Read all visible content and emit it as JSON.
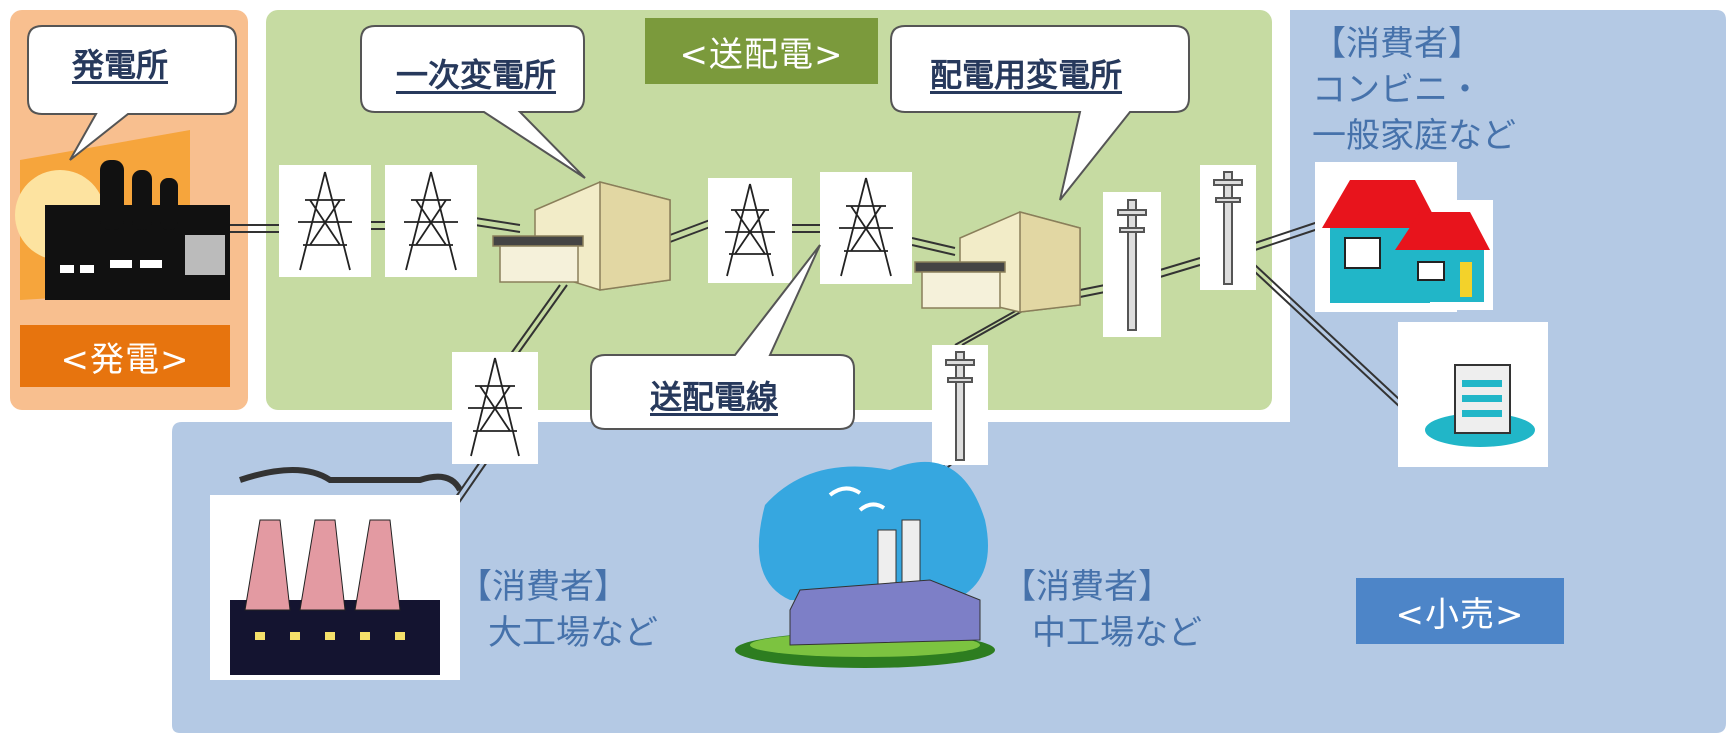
{
  "regions": {
    "generation_tag": "<発電>",
    "transmission_tag": "<送配電>",
    "retail_tag": "<小売>"
  },
  "callouts": {
    "power_plant": "発電所",
    "primary_substation": "一次変電所",
    "distribution_substation": "配電用変電所",
    "transmission_lines": "送配電線"
  },
  "consumers": {
    "home": {
      "line1": "【消費者】",
      "line2": "コンビニ・",
      "line3": "一般家庭など"
    },
    "large_factory": {
      "line1": "【消費者】",
      "line2": "大工場など"
    },
    "medium_factory": {
      "line1": "【消費者】",
      "line2": "中工場など"
    }
  },
  "icons": [
    "factory-icon",
    "transmission-tower-icon",
    "substation-building-icon",
    "utility-pole-icon",
    "house-icon",
    "office-building-icon",
    "smokestack-factory-icon",
    "industrial-plant-icon"
  ],
  "colors": {
    "generation": "#f8bf8f",
    "generation_tag": "#e7740e",
    "transmission": "#c6dba2",
    "transmission_tag": "#7b9a3c",
    "retail": "#b4c9e4",
    "retail_tag": "#4d85c8",
    "callout_text": "#27395c",
    "consumer_text": "#4672ab"
  }
}
